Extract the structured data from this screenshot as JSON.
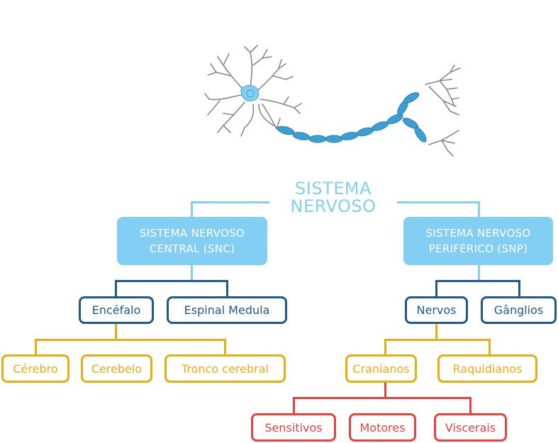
{
  "title": {
    "line1": "SISTEMA",
    "line2": "NERVOSO"
  },
  "colors": {
    "root": "#82cff3",
    "level2": "#1f5a8f",
    "level3": "#e9ad12",
    "level4": "#e8423f"
  },
  "illustration": "neuron-icon",
  "snc": {
    "line1": "SISTEMA NERVOSO",
    "line2": "CENTRAL (SNC)",
    "children": [
      {
        "label": "Encéfalo",
        "children": [
          "Cérebro",
          "Cerebelo",
          "Tronco cerebral"
        ]
      },
      {
        "label": "Espinal Medula"
      }
    ]
  },
  "snp": {
    "line1": "SISTEMA NERVOSO",
    "line2": "PERIFÉRICO (SNP)",
    "children": [
      {
        "label": "Nervos",
        "children": [
          {
            "label": "Cranianos",
            "children": [
              "Sensitivos",
              "Motores",
              "Viscerais"
            ]
          },
          {
            "label": "Raquidianos"
          }
        ]
      },
      {
        "label": "Gânglios"
      }
    ]
  }
}
